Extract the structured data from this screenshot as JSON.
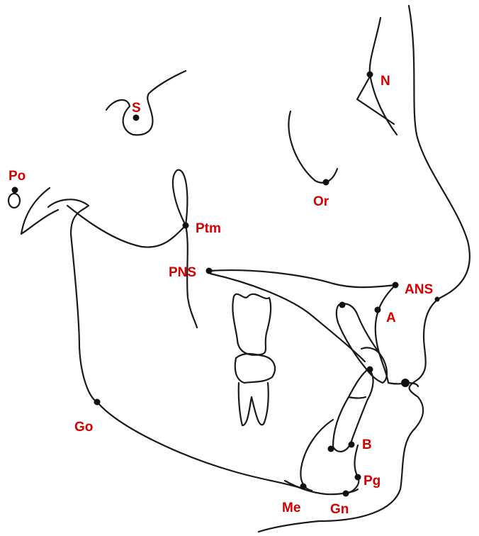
{
  "landmarks": [
    {
      "id": "S",
      "label": "S"
    },
    {
      "id": "N",
      "label": "N"
    },
    {
      "id": "Po",
      "label": "Po"
    },
    {
      "id": "Or",
      "label": "Or"
    },
    {
      "id": "Ptm",
      "label": "Ptm"
    },
    {
      "id": "PNS",
      "label": "PNS"
    },
    {
      "id": "ANS",
      "label": "ANS"
    },
    {
      "id": "A",
      "label": "A"
    },
    {
      "id": "Go",
      "label": "Go"
    },
    {
      "id": "B",
      "label": "B"
    },
    {
      "id": "Pg",
      "label": "Pg"
    },
    {
      "id": "Me",
      "label": "Me"
    },
    {
      "id": "Gn",
      "label": "Gn"
    }
  ],
  "colors": {
    "label": "#d40000",
    "line": "#1a1a1a",
    "point": "#111111"
  }
}
